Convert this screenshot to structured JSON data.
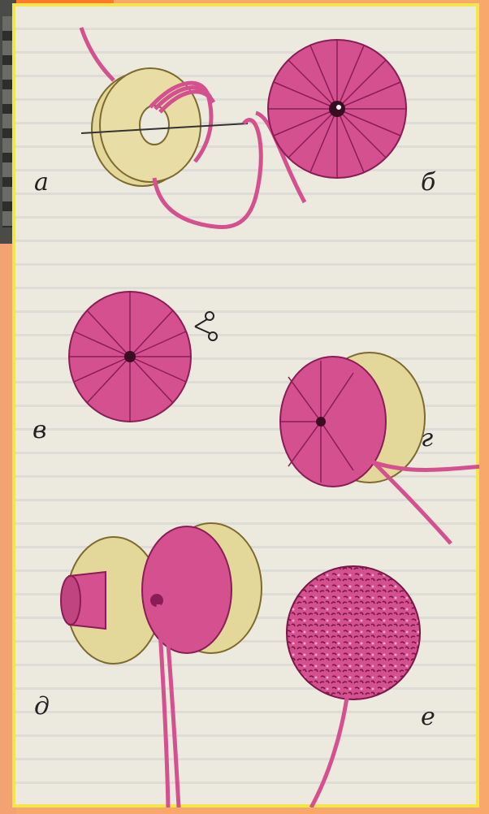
{
  "figure": {
    "labels": {
      "a": "а",
      "b": "б",
      "v": "в",
      "g": "г",
      "d": "д",
      "e": "е"
    }
  },
  "colors": {
    "yarn": "#d4508f",
    "yarn_dark": "#8a1d55",
    "card": "#e3d79a",
    "card_edge": "#b8a45c",
    "frame": "#f3e64a",
    "background": "#f7a86a",
    "page": "#ece9df"
  }
}
